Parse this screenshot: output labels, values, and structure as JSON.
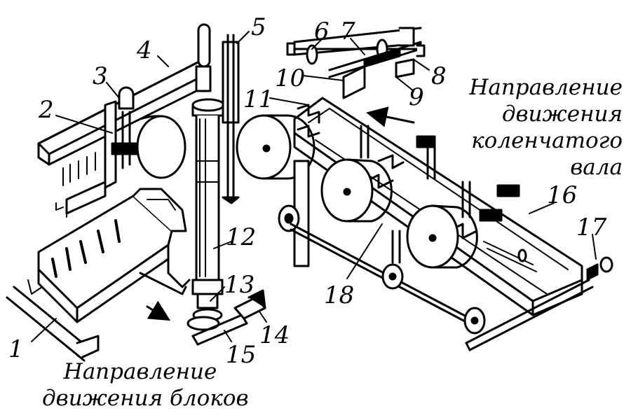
{
  "labels": {
    "1": "1",
    "2": "2",
    "3": "3",
    "4": "4",
    "5": "5",
    "6": "6",
    "7": "7",
    "8": "8",
    "9": "9",
    "10": "10",
    "11": "11",
    "12": "12",
    "13": "13",
    "14": "14",
    "15": "15",
    "16": "16",
    "17": "17",
    "18": "18"
  },
  "captions": {
    "crankshaft": [
      "Направление",
      "движения",
      "коленчатого",
      "вала"
    ],
    "blocks": [
      "Направление",
      "движения блоков"
    ]
  },
  "colors": {
    "ink": "#000000",
    "paper": "#ffffff"
  }
}
